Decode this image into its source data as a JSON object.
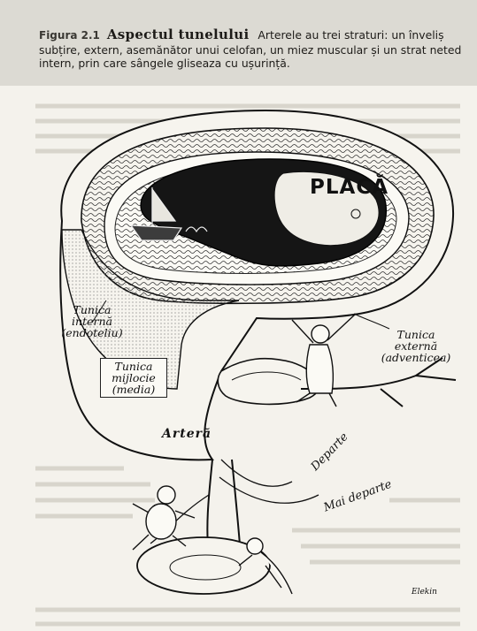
{
  "caption": {
    "figure_number": "Figura 2.1",
    "figure_title": "Aspectul tunelului",
    "text": "Arterele au trei straturi: un înveliș subțire, extern, asemănător unui celofan, un miez muscular și un strat neted intern, prin care sângele gliseaza cu ușurință."
  },
  "labels": {
    "placa": "PLACĂ",
    "tunica_interna": "Tunica internă (endoteliu)",
    "tunica_mijlocie": "Tunica mijlocie (media)",
    "tunica_externa": "Tunica externă (adventicea)",
    "artera": "Arteră",
    "departe": "Departe",
    "mai_departe": "Mai departe",
    "signature": "Elekin"
  }
}
